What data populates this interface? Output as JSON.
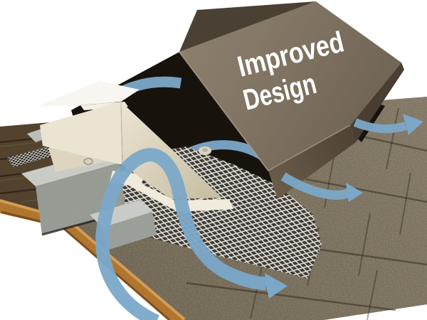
{
  "illustration": {
    "label": {
      "line1": "Improved",
      "line2": "Design"
    },
    "colors": {
      "background": "#ffffff",
      "cap-top": "#847767",
      "cap-front": "#5d4f40",
      "cap-far": "#4a4134",
      "cap-rim": "#a89b8b",
      "label-text": "#ffffff",
      "arrow-blue": "#7ba8c9",
      "cream-light": "#eae4d2",
      "cream-mid": "#ddd5bf",
      "cream-flange": "#f0ebdb",
      "white-flashing": "#f7f6f1",
      "mesh-dark": "#3c3a33",
      "mesh-lattice": "#e8e6df",
      "mesh-fine-dark": "#26231e",
      "baffle-light": "#c9ccc6",
      "baffle-mid": "#9aa099",
      "shingle-base": "#6b6353",
      "shingle-seam": "#241f15",
      "wood-deck": "#503f2a",
      "wood-plank-gap": "#2b2115",
      "fascia-light": "#d49c55",
      "fascia-mid": "#b0752f",
      "fascia-dark": "#7c4e1e",
      "cavity-dark": "#17130c",
      "rivet": "#d6d0bd"
    },
    "parts": [
      {
        "id": "ridge-cap",
        "role": "labeled ridge vent cap"
      },
      {
        "id": "end-cap",
        "role": "cream metal end cap"
      },
      {
        "id": "mesh-vent",
        "role": "perforated vent mesh"
      },
      {
        "id": "baffle",
        "role": "gray metal baffle channels"
      },
      {
        "id": "shingles",
        "role": "asphalt shingle roof"
      },
      {
        "id": "wood-deck",
        "role": "wood roof deck planks"
      },
      {
        "id": "fascia-board",
        "role": "rake fascia board"
      },
      {
        "id": "airflow-arrows",
        "role": "blue airflow indicators"
      }
    ]
  }
}
